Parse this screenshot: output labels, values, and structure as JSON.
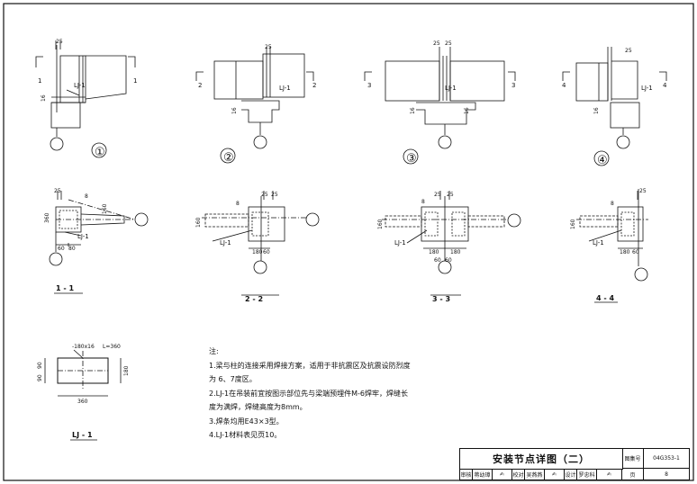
{
  "sheet": {
    "title": "安装节点详图（二）",
    "atlas_label": "图集号",
    "atlas_no": "04G353-1",
    "page_label": "页",
    "page_no": "8",
    "sign_row": [
      {
        "role": "审核",
        "name": "蒋幼璋"
      },
      {
        "role": "校对",
        "name": "吴燕燕"
      },
      {
        "role": "设计",
        "name": "罗忠科"
      }
    ]
  },
  "notes": {
    "heading": "注:",
    "lines": [
      "1.梁与柱的连接采用焊接方案，适用于非抗震区及抗震设防烈度",
      "为 6、7度区。",
      "2.LJ-1在吊装前宜按图示部位先与梁端预埋件M-6焊牢，焊缝长",
      "度为满焊，焊缝高度为8mm。",
      "3.焊条均用E43×3型。",
      "4.LJ-1材料表见页10。"
    ]
  },
  "elevations": [
    {
      "number": "①",
      "section_mark": "1",
      "dims": [
        "25",
        "16"
      ],
      "label": "LJ-1"
    },
    {
      "number": "②",
      "section_mark": "2",
      "dims": [
        "25",
        "16"
      ],
      "label": "LJ-1"
    },
    {
      "number": "③",
      "section_mark": "3",
      "dims": [
        "25",
        "25",
        "16",
        "16"
      ],
      "label": "LJ-1"
    },
    {
      "number": "④",
      "section_mark": "4",
      "dims": [
        "25",
        "16"
      ],
      "label": "LJ-1"
    }
  ],
  "sections": [
    {
      "caption": "1 - 1",
      "dims": [
        "25",
        "360",
        "160",
        "60",
        "80"
      ],
      "weld": "8",
      "label": "LJ-1"
    },
    {
      "caption": "2 - 2",
      "dims": [
        "25",
        "25",
        "160",
        "180",
        "60"
      ],
      "weld": "8",
      "label": "LJ-1"
    },
    {
      "caption": "3 - 3",
      "dims": [
        "25",
        "25",
        "160",
        "180",
        "180",
        "60",
        "60"
      ],
      "weld": "8",
      "label": "LJ-1"
    },
    {
      "caption": "4 - 4",
      "dims": [
        "25",
        "160",
        "180",
        "60"
      ],
      "weld": "8",
      "label": "LJ-1"
    }
  ],
  "plate": {
    "caption": "LJ - 1",
    "spec": "-180x16",
    "length": "L=360",
    "dim_left_top": "90",
    "dim_left_bot": "90",
    "dim_right": "180",
    "dim_bottom": "360"
  }
}
